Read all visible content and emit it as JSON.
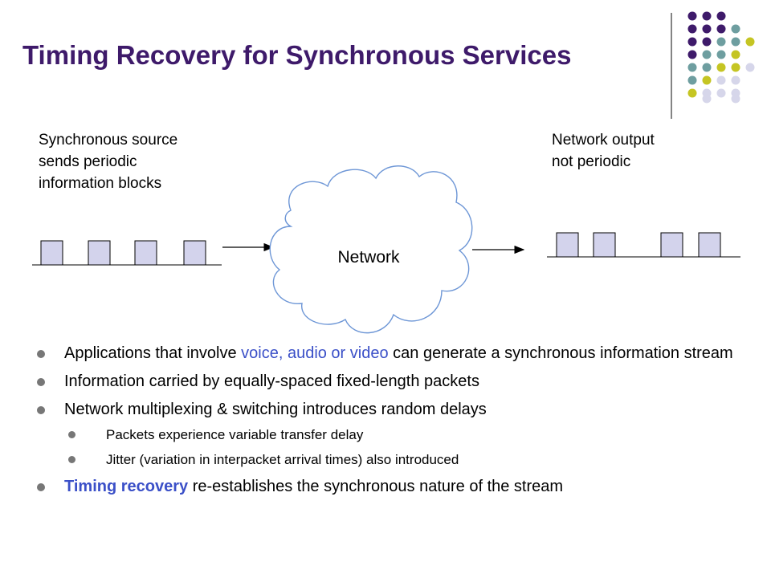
{
  "slide": {
    "title": "Timing Recovery for Synchronous Services"
  },
  "diagram": {
    "source_label_lines": [
      "Synchronous source",
      "sends periodic",
      "information blocks"
    ],
    "output_label_lines": [
      "Network output",
      "not periodic"
    ],
    "cloud_label": "Network"
  },
  "bullets": {
    "b1_before": "Applications that involve ",
    "b1_highlight": "voice, audio or video",
    "b1_after": " can generate a synchronous information stream",
    "b2": "Information carried by equally-spaced fixed-length packets",
    "b3": "Network multiplexing & switching introduces random delays",
    "b3_sub1": "Packets experience variable transfer delay",
    "b3_sub2": "Jitter (variation in interpacket arrival times) also introduced",
    "b4_highlight": "Timing recovery",
    "b4_after": " re-establishes the synchronous nature of the stream"
  },
  "colors": {
    "title": "#3e1a6a",
    "accent": "#3b50c8",
    "packet_fill": "#d3d3ec",
    "cloud_stroke": "#6d96d6",
    "dot_purple": "#3e1a6a",
    "dot_teal": "#6e9ea0",
    "dot_yellow": "#c5c523",
    "dot_lavender": "#d6d6ea"
  }
}
